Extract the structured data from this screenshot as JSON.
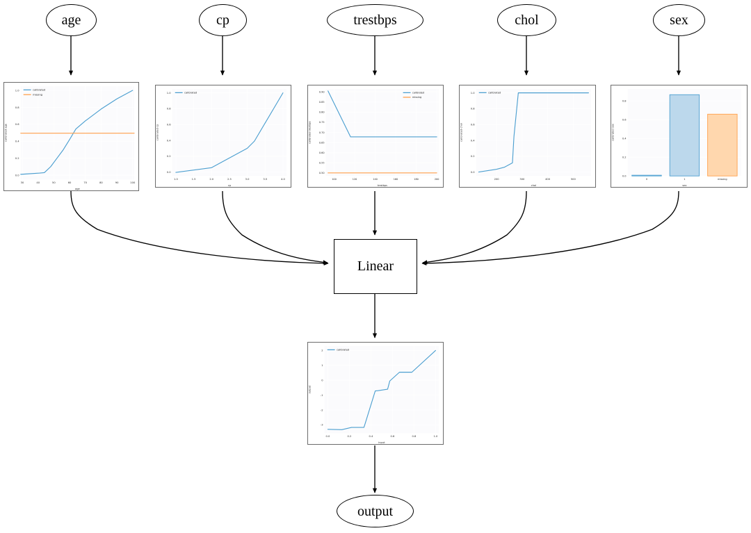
{
  "graph": {
    "input_nodes": [
      {
        "id": "age",
        "label": "age"
      },
      {
        "id": "cp",
        "label": "cp"
      },
      {
        "id": "trestbps",
        "label": "trestbps"
      },
      {
        "id": "chol",
        "label": "chol"
      },
      {
        "id": "sex",
        "label": "sex"
      }
    ],
    "linear_node": {
      "id": "linear",
      "label": "Linear"
    },
    "output_node": {
      "id": "output",
      "label": "output"
    }
  },
  "colors": {
    "calibrated": "#4c9fd0",
    "missing": "#ff9f4a",
    "bar_blue_face": "#bcd8ec",
    "bar_blue_edge": "#4c9fd0",
    "bar_orange_face": "#ffd7ae",
    "bar_orange_edge": "#ff9f4a",
    "panel_border": "#6b6b6b",
    "grid": "#eaeaf2",
    "axis_text": "#262626",
    "node_stroke": "#000000"
  },
  "legend_labels": {
    "calibrated": "calibrated",
    "missing": "missing"
  },
  "chart_data": [
    {
      "id": "age",
      "type": "line",
      "title": "",
      "xlabel": "age",
      "ylabel": "calibrated age",
      "xlim": [
        29,
        101
      ],
      "ylim": [
        -0.05,
        1.05
      ],
      "xticks": [
        30,
        40,
        50,
        60,
        70,
        80,
        90,
        100
      ],
      "xticklabels": [
        "30",
        "40",
        "50",
        "60",
        "70",
        "80",
        "90",
        "100"
      ],
      "yticks": [
        0.0,
        0.2,
        0.4,
        0.6,
        0.8,
        1.0
      ],
      "yticklabels": [
        "0.0",
        "0.2",
        "0.4",
        "0.6",
        "0.8",
        "1.0"
      ],
      "grid": true,
      "legend": [
        "calibrated",
        "missing"
      ],
      "legend_position": "upper left",
      "series": [
        {
          "name": "calibrated",
          "color": "#4c9fd0",
          "x": [
            29,
            41,
            44,
            48,
            52,
            56,
            60,
            64,
            70,
            80,
            90,
            100
          ],
          "y": [
            0.01,
            0.025,
            0.03,
            0.1,
            0.2,
            0.3,
            0.42,
            0.545,
            0.64,
            0.78,
            0.9,
            1.0
          ]
        },
        {
          "name": "missing",
          "color": "#ff9f4a",
          "x": [
            29,
            101
          ],
          "y": [
            0.495,
            0.495
          ]
        }
      ]
    },
    {
      "id": "cp",
      "type": "line",
      "title": "",
      "xlabel": "cp",
      "ylabel": "calibrated cp",
      "xlim": [
        0.9,
        4.1
      ],
      "ylim": [
        -0.05,
        1.05
      ],
      "xticks": [
        1.0,
        1.5,
        2.0,
        2.5,
        3.0,
        3.5,
        4.0
      ],
      "xticklabels": [
        "1.0",
        "1.5",
        "2.0",
        "2.5",
        "3.0",
        "3.5",
        "4.0"
      ],
      "yticks": [
        0.0,
        0.2,
        0.4,
        0.6,
        0.8,
        1.0
      ],
      "yticklabels": [
        "0.0",
        "0.2",
        "0.4",
        "0.6",
        "0.8",
        "1.0"
      ],
      "grid": true,
      "legend": [
        "calibrated"
      ],
      "legend_position": "upper left",
      "series": [
        {
          "name": "calibrated",
          "color": "#4c9fd0",
          "x": [
            1.0,
            2.0,
            3.0,
            3.2,
            4.0
          ],
          "y": [
            -0.005,
            0.055,
            0.3,
            0.39,
            1.0
          ]
        }
      ]
    },
    {
      "id": "trestbps",
      "type": "line",
      "title": "",
      "xlabel": "trestbps",
      "ylabel": "calibrated trestbps",
      "xlim": [
        92,
        202
      ],
      "ylim": [
        0.485,
        0.915
      ],
      "xticks": [
        100,
        120,
        140,
        160,
        180,
        200
      ],
      "xticklabels": [
        "100",
        "120",
        "140",
        "160",
        "180",
        "200"
      ],
      "yticks": [
        0.5,
        0.55,
        0.6,
        0.65,
        0.7,
        0.75,
        0.8,
        0.85,
        0.9
      ],
      "yticklabels": [
        "0.50",
        "0.55",
        "0.60",
        "0.65",
        "0.70",
        "0.75",
        "0.80",
        "0.85",
        "0.90"
      ],
      "grid": true,
      "legend": [
        "calibrated",
        "missing"
      ],
      "legend_position": "upper right",
      "series": [
        {
          "name": "calibrated",
          "color": "#4c9fd0",
          "x": [
            94,
            116,
            200
          ],
          "y": [
            0.905,
            0.678,
            0.678
          ]
        },
        {
          "name": "missing",
          "color": "#ff9f4a",
          "x": [
            94,
            200
          ],
          "y": [
            0.5,
            0.5
          ]
        }
      ]
    },
    {
      "id": "chol",
      "type": "line",
      "title": "",
      "xlabel": "chol",
      "ylabel": "calibrated chol",
      "xlim": [
        120,
        570
      ],
      "ylim": [
        -0.05,
        1.05
      ],
      "xticks": [
        200,
        300,
        400,
        500
      ],
      "xticklabels": [
        "200",
        "300",
        "400",
        "500"
      ],
      "yticks": [
        0.0,
        0.2,
        0.4,
        0.6,
        0.8,
        1.0
      ],
      "yticklabels": [
        "0.0",
        "0.2",
        "0.4",
        "0.6",
        "0.8",
        "1.0"
      ],
      "grid": true,
      "legend": [
        "calibrated"
      ],
      "legend_position": "upper left",
      "series": [
        {
          "name": "calibrated",
          "color": "#4c9fd0",
          "x": [
            130,
            200,
            230,
            262,
            268,
            285,
            560
          ],
          "y": [
            0.0,
            0.035,
            0.06,
            0.115,
            0.45,
            1.0,
            1.0
          ]
        }
      ]
    },
    {
      "id": "sex",
      "type": "bar",
      "title": "",
      "xlabel": "sex",
      "ylabel": "calibrated sex",
      "categories": [
        "0",
        "1",
        "missing"
      ],
      "values": [
        0.008,
        0.868,
        0.66
      ],
      "ylim": [
        0,
        0.93
      ],
      "yticks": [
        0.0,
        0.2,
        0.4,
        0.6,
        0.8
      ],
      "yticklabels": [
        "0.0",
        "0.2",
        "0.4",
        "0.6",
        "0.8"
      ],
      "grid": true,
      "bar_colors": [
        "#bcd8ec",
        "#bcd8ec",
        "#ffd7ae"
      ],
      "bar_edge_colors": [
        "#4c9fd0",
        "#4c9fd0",
        "#ff9f4a"
      ]
    },
    {
      "id": "output",
      "type": "line",
      "title": "",
      "xlabel": "input",
      "ylabel": "output",
      "xlim": [
        -0.03,
        1.03
      ],
      "ylim": [
        -3.55,
        2.3
      ],
      "xticks": [
        0.0,
        0.2,
        0.4,
        0.6,
        0.8,
        1.0
      ],
      "xticklabels": [
        "0.0",
        "0.2",
        "0.4",
        "0.6",
        "0.8",
        "1.0"
      ],
      "yticks": [
        -3,
        -2,
        -1,
        0,
        1,
        2
      ],
      "yticklabels": [
        "-3",
        "-2",
        "-1",
        "0",
        "1",
        "2"
      ],
      "grid": true,
      "legend": [
        "calibrated"
      ],
      "legend_position": "upper left",
      "series": [
        {
          "name": "calibrated",
          "color": "#4c9fd0",
          "x": [
            0.0,
            0.13,
            0.22,
            0.335,
            0.345,
            0.44,
            0.465,
            0.555,
            0.575,
            0.665,
            0.78,
            1.0
          ],
          "y": [
            -3.3,
            -3.32,
            -3.17,
            -3.17,
            -2.95,
            -0.72,
            -0.7,
            -0.6,
            -0.05,
            0.54,
            0.54,
            2.0
          ]
        }
      ]
    }
  ]
}
